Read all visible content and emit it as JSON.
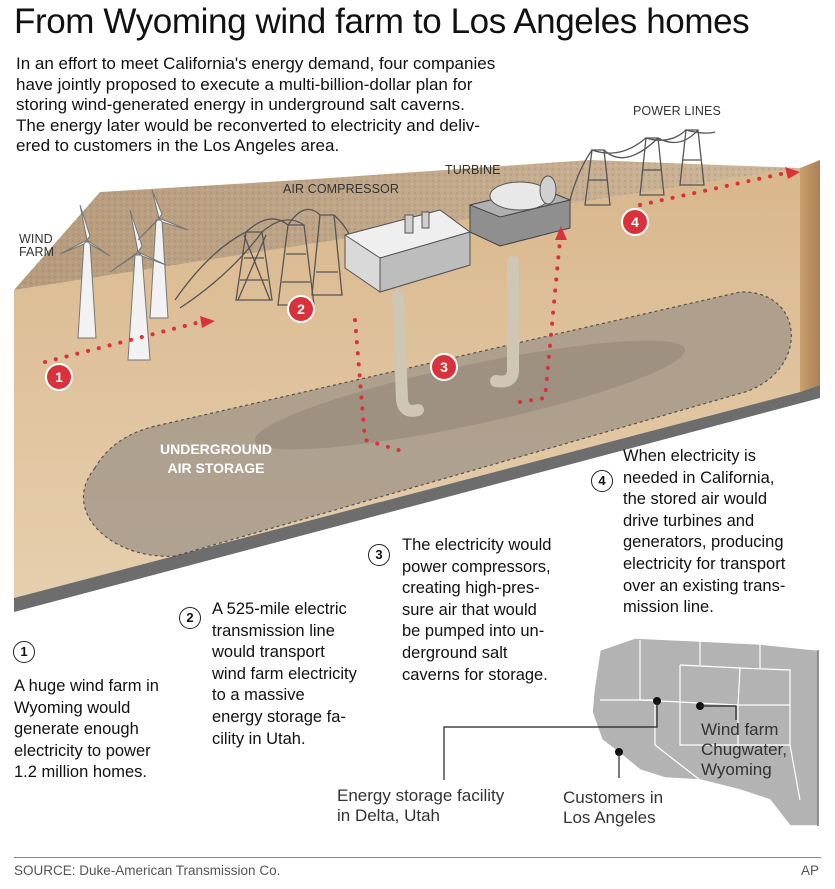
{
  "title": "From Wyoming wind farm to Los Angeles homes",
  "intro": [
    "In an effort to meet California's energy demand, four companies",
    "have jointly proposed to execute a multi-billion-dollar plan for",
    "storing wind-generated energy in underground salt caverns.",
    "The energy later would be reconverted to electricity and deliv-",
    "ered to customers in the Los Angeles area."
  ],
  "labels": {
    "wind_farm": [
      "WIND",
      "FARM"
    ],
    "air_compressor": "AIR COMPRESSOR",
    "turbine": "TURBINE",
    "power_lines": "POWER LINES",
    "storage": [
      "UNDERGROUND",
      "AIR STORAGE"
    ]
  },
  "markers": [
    "1",
    "2",
    "3",
    "4"
  ],
  "steps": [
    {
      "num": "1",
      "lines": [
        "A huge wind farm in",
        "Wyoming would",
        "generate enough",
        "electricity to power",
        "1.2 million homes."
      ]
    },
    {
      "num": "2",
      "lines": [
        "A 525-mile electric",
        "transmission line",
        "would transport",
        "wind farm electricity",
        "to a massive",
        "energy storage fa-",
        "cility in Utah."
      ]
    },
    {
      "num": "3",
      "lines": [
        "The electricity would",
        "power compressors,",
        "creating high-pres-",
        "sure air that would",
        "be pumped into un-",
        "derground salt",
        "caverns for storage."
      ]
    },
    {
      "num": "4",
      "lines": [
        "When electricity is",
        "needed in California,",
        "the stored air would",
        "drive turbines and",
        "generators, producing",
        "electricity for transport",
        "over an existing trans-",
        "mission line."
      ]
    }
  ],
  "map": {
    "wind_farm": [
      "Wind farm",
      "Chugwater,",
      "Wyoming"
    ],
    "storage": [
      "Energy storage facility",
      "in Delta, Utah"
    ],
    "customers": [
      "Customers in",
      "Los Angeles"
    ]
  },
  "colors": {
    "accent_red": "#d8333c",
    "soil": "#c9a57c",
    "map_gray": "#b3b3b3"
  },
  "source": "SOURCE: Duke-American Transmission Co.",
  "credit": "AP"
}
